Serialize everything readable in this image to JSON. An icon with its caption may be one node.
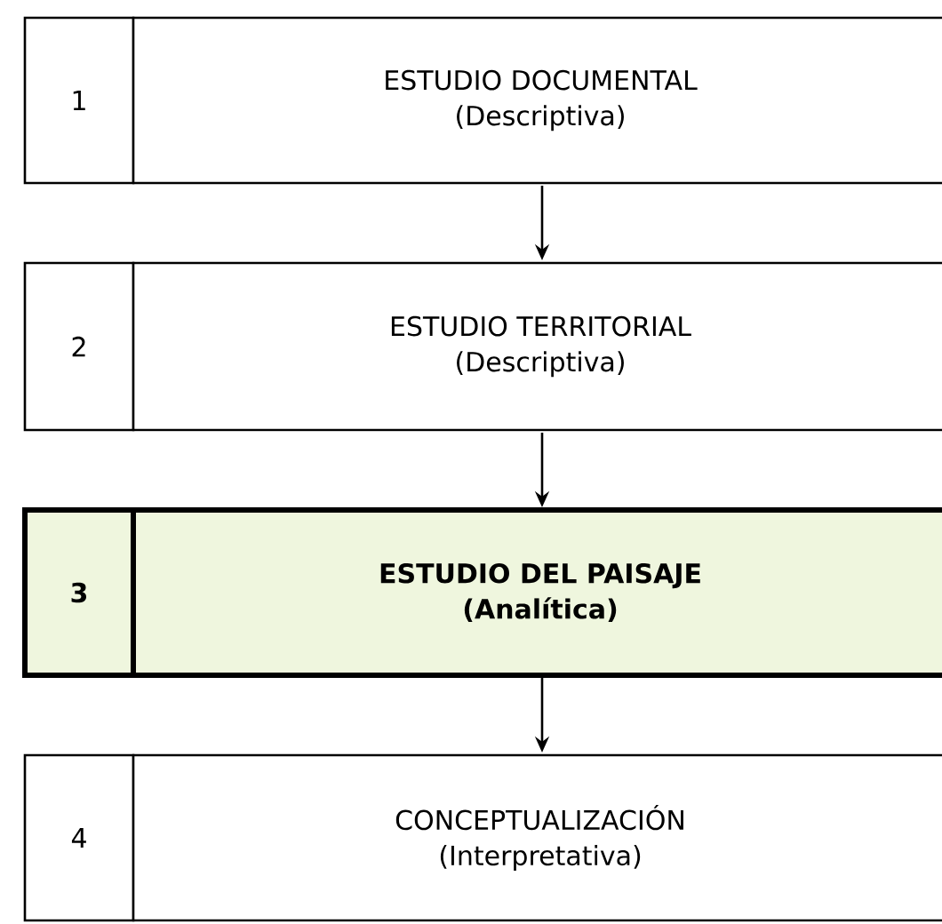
{
  "diagram": {
    "nodes": [
      {
        "text": [
          "1"
        ]
      },
      {
        "text": [
          "ESTUDIO DOCUMENTAL",
          "(Descriptiva)"
        ]
      },
      {
        "text": [
          "2"
        ]
      },
      {
        "text": [
          "ESTUDIO TERRITORIAL",
          "(Descriptiva)"
        ]
      },
      {
        "text": [
          "3"
        ]
      },
      {
        "text": [
          "ESTUDIO DEL PAISAJE",
          "(Analítica)"
        ]
      },
      {
        "text": [
          "4"
        ]
      },
      {
        "text": [
          "CONCEPTUALIZACIÓN",
          "(Interpretativa)"
        ]
      }
    ],
    "edges": [
      {
        "from": 1,
        "to": 3,
        "arrow": "to"
      },
      {
        "from": 3,
        "to": 5,
        "arrow": "to"
      },
      {
        "from": 5,
        "to": 7,
        "arrow": "to"
      }
    ]
  }
}
